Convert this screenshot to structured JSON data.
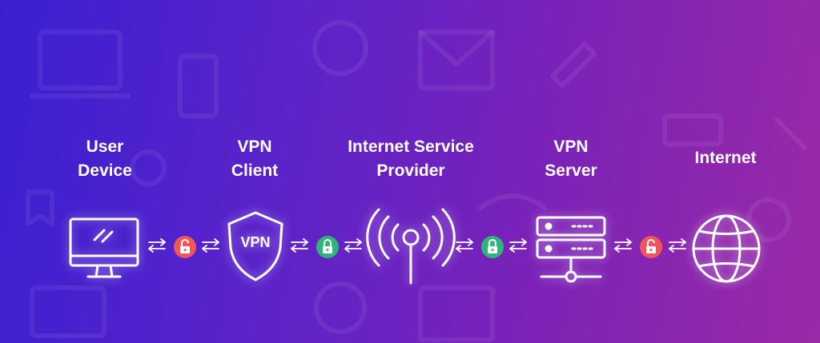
{
  "nodes": [
    {
      "id": "user-device",
      "line1": "User",
      "line2": "Device",
      "icon": "monitor-icon"
    },
    {
      "id": "vpn-client",
      "line1": "VPN",
      "line2": "Client",
      "icon": "vpn-shield-icon",
      "icon_text": "VPN"
    },
    {
      "id": "isp",
      "line1": "Internet Service",
      "line2": "Provider",
      "icon": "antenna-icon"
    },
    {
      "id": "vpn-server",
      "line1": "VPN",
      "line2": "Server",
      "icon": "server-icon"
    },
    {
      "id": "internet",
      "line1": "Internet",
      "line2": "",
      "icon": "globe-icon"
    }
  ],
  "links": [
    {
      "from": "user-device",
      "to": "vpn-client",
      "lock": "unlocked",
      "color": "#f0555a"
    },
    {
      "from": "vpn-client",
      "to": "isp",
      "lock": "locked",
      "color": "#2fb57a"
    },
    {
      "from": "isp",
      "to": "vpn-server",
      "lock": "locked",
      "color": "#2fb57a"
    },
    {
      "from": "vpn-server",
      "to": "internet",
      "lock": "unlocked",
      "color": "#f0555a"
    }
  ],
  "colors": {
    "background_start": "#3a1fd0",
    "background_end": "#9a2aa6",
    "foreground": "#ffffff",
    "locked": "#2fb57a",
    "unlocked": "#f0555a"
  }
}
